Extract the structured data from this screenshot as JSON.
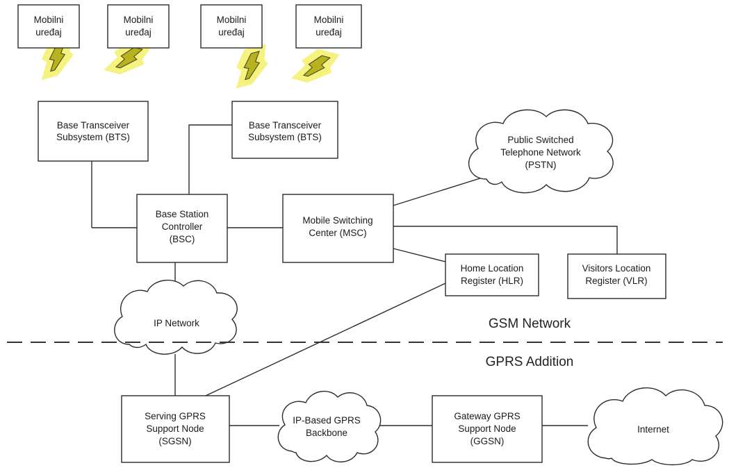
{
  "devices": [
    {
      "line1": "Mobilni",
      "line2": "uređaj"
    },
    {
      "line1": "Mobilni",
      "line2": "uređaj"
    },
    {
      "line1": "Mobilni",
      "line2": "uređaj"
    },
    {
      "line1": "Mobilni",
      "line2": "uređaj"
    }
  ],
  "bts_left": {
    "line1": "Base Transceiver",
    "line2": "Subsystem (BTS)"
  },
  "bts_right": {
    "line1": "Base Transceiver",
    "line2": "Subsystem (BTS)"
  },
  "bsc": {
    "line1": "Base Station",
    "line2": "Controller",
    "line3": "(BSC)"
  },
  "msc": {
    "line1": "Mobile Switching",
    "line2": "Center (MSC)"
  },
  "pstn": {
    "line1": "Public Switched",
    "line2": "Telephone Network",
    "line3": "(PSTN)"
  },
  "hlr": {
    "line1": "Home Location",
    "line2": "Register (HLR)"
  },
  "vlr": {
    "line1": "Visitors Location",
    "line2": "Register (VLR)"
  },
  "ip_network": {
    "label": "IP Network"
  },
  "gsm_label": "GSM Network",
  "gprs_label": "GPRS Addition",
  "sgsn": {
    "line1": "Serving GPRS",
    "line2": "Support Node",
    "line3": "(SGSN)"
  },
  "backbone": {
    "line1": "IP-Based GPRS",
    "line2": "Backbone"
  },
  "ggsn": {
    "line1": "Gateway GPRS",
    "line2": "Support Node",
    "line3": "(GGSN)"
  },
  "internet": {
    "label": "Internet"
  },
  "colors": {
    "bolt_glow": "#f4f06a",
    "bolt_fill": "#b7b21f",
    "stroke": "#2b2b2b"
  }
}
